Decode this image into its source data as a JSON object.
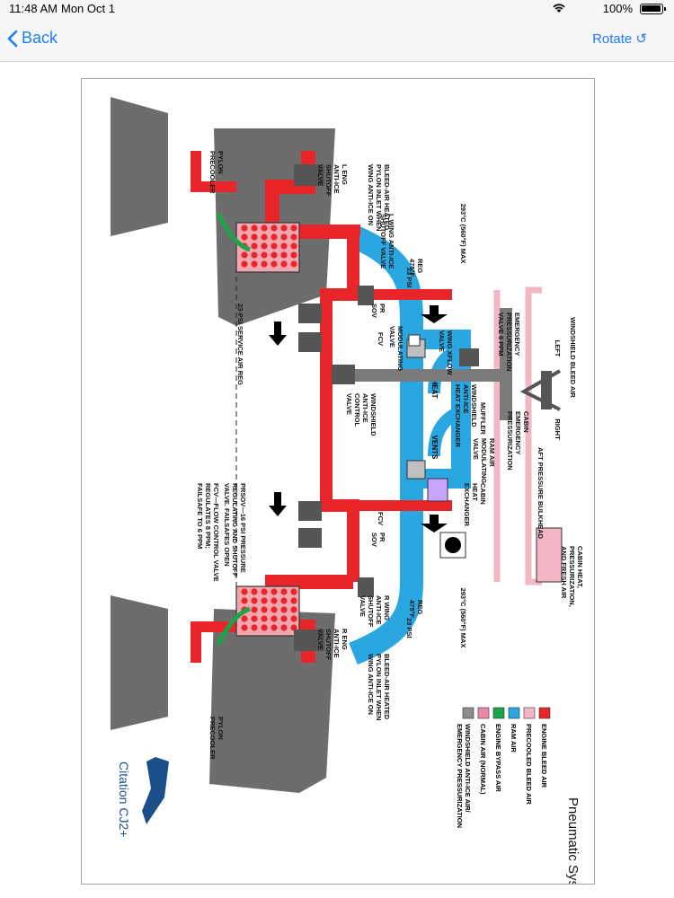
{
  "status_bar": {
    "time": "11:48 AM",
    "date": "Mon Oct 1",
    "battery": "100%",
    "battery_level": 1.0
  },
  "nav": {
    "back_label": "Back",
    "rotate_label": "Rotate ↺"
  },
  "diagram": {
    "title": "Pneumatic System",
    "windshield_bleed_air": "WINDSHIELD BLEED AIR",
    "left": "LEFT",
    "right": "RIGHT",
    "l_eng": [
      "L ENG",
      "ANTI-ICE",
      "SHUTOFF",
      "VALVE"
    ],
    "r_eng": [
      "R ENG",
      "ANTI-ICE",
      "SHUTOFF",
      "VALVE"
    ],
    "pylon_precooler": [
      "PYLON",
      "PRECOOLER"
    ],
    "bleed_heated": [
      "BLEED-AIR HEATED",
      "PYLON INLET WHEN",
      "WING ANTI-ICE ON"
    ],
    "l_wing_valve": [
      "L WING ANTI-ICE",
      "SHUTOFF VALVE"
    ],
    "r_wing_valve": [
      "R WING",
      "ANTI-ICE",
      "SHUTOFF",
      "VALVE"
    ],
    "temp": "293°C (560°F) MAX",
    "psi": "23 PSI",
    "reg": [
      "REG",
      "475°F"
    ],
    "pr_sov": [
      "PR",
      "SOV"
    ],
    "fcv": "FCV",
    "service_air": "23-PSI SERVICE AIR REG",
    "emergency_press": [
      "EMERGENCY",
      "PRESSURIZATION",
      "VALVE 6 PPM"
    ],
    "wing_xflow": [
      "WING XFLOW",
      "VALVE"
    ],
    "modulating": [
      "MODULATING",
      "VALVE"
    ],
    "cabin_emergency": [
      "CABIN",
      "EMERGENCY",
      "PRESSURIZATION"
    ],
    "aft_bulkhead": "AFT PRESSURE BULKHEAD",
    "windshield_hx": [
      "WINDSHIELD",
      "ANTI-ICE",
      "HEAT EXCHANGER"
    ],
    "heat": "HEAT",
    "vents": "VENTS",
    "windshield_ctrl": [
      "WINDSHIELD",
      "ANTI-ICE",
      "CONTROL",
      "VALVE"
    ],
    "ram_air_valve": [
      "RAM AIR",
      "MODULATING",
      "VALVE"
    ],
    "muffler": "MUFFLER",
    "cabin_hx": [
      "CABIN",
      "HEAT",
      "EXCHANGER"
    ],
    "cabin_heat": [
      "CABIN HEAT,",
      "PRESSURIZATION,",
      "AND FRESH AIR"
    ],
    "prsov_note": [
      "PRSOV—16 PSI PRESSURE",
      "REGULATING AND SHUTOFF",
      "VALVE. FAILSAFES OPEN"
    ],
    "fcv_note": [
      "FCV—FLOW CONTROL VALVE",
      "REGULATES 8 PPM;",
      "FAILSAFE TO 6 PPM"
    ],
    "legend": [
      {
        "label": "ENGINE BLEED AIR",
        "color": "#e8262a"
      },
      {
        "label": "PRECOOLED BLEED AIR",
        "color": "#f2b6c4"
      },
      {
        "label": "RAM AIR",
        "color": "#2aa6e0"
      },
      {
        "label": "ENGINE BYPASS AIR",
        "color": "#1ea24b"
      },
      {
        "label": "CABIN AIR (NORMAL)",
        "color": "#e988a4"
      },
      {
        "label": "WINDSHIELD ANTI-ICE AIR/",
        "label2": "EMERGENCY PRESSURIZATION",
        "color": "#8c8c8c"
      }
    ],
    "logo_text": "Citation CJ2+"
  }
}
